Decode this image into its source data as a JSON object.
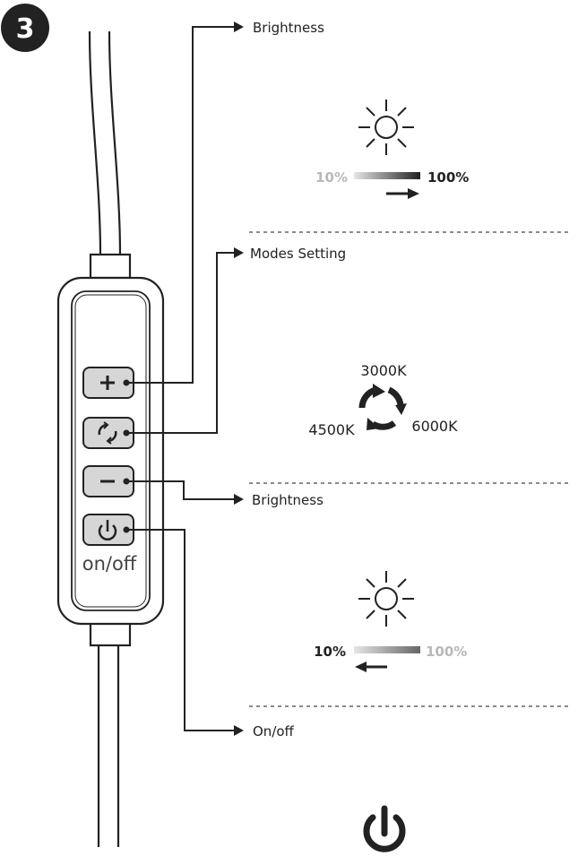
{
  "step": {
    "number": "3"
  },
  "controller": {
    "buttons": [
      {
        "symbol": "+",
        "icon": "plus-icon"
      },
      {
        "symbol": "mode",
        "icon": "cycle-icon"
      },
      {
        "symbol": "−",
        "icon": "minus-icon"
      },
      {
        "symbol": "power",
        "icon": "power-icon"
      }
    ],
    "power_caption": "on/off"
  },
  "callouts": {
    "brightness_up": "Brightness",
    "modes": "Modes Setting",
    "brightness_down": "Brightness",
    "onoff": "On/off"
  },
  "brightness_up": {
    "low": "10%",
    "high": "100%",
    "direction": "increase"
  },
  "modes": {
    "temps": [
      "3000K",
      "6000K",
      "4500K"
    ]
  },
  "brightness_down": {
    "low": "10%",
    "high": "100%",
    "direction": "decrease"
  },
  "colors": {
    "ink": "#222222",
    "button_face": "#d6d6d6",
    "faded": "#b8b8b8"
  }
}
